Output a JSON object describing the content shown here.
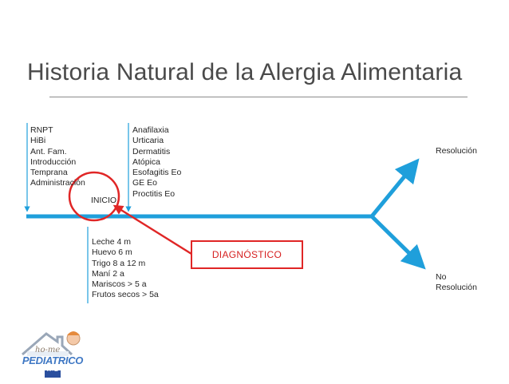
{
  "title": "Historia Natural de la Alergia Alimentaria",
  "risk_factors": [
    "RNPT",
    "HiBi",
    "Ant. Fam.",
    "Introducción",
    "Temprana",
    "Administración"
  ],
  "manifestations": [
    "Anafilaxia",
    "Urticaria",
    "Dermatitis",
    "Atópica",
    "Esofagitis Eo",
    "GE Eo",
    "Proctitis Eo"
  ],
  "inicio_label": "INICIO",
  "ages": [
    "Leche 4 m",
    "Huevo 6 m",
    "Trigo 8 a 12 m",
    "Maní 2 a",
    "Mariscos > 5 a",
    "Frutos secos > 5a"
  ],
  "diagnosis_label": "DIAGNÓSTICO",
  "outcomes": {
    "resolution": "Resolución",
    "no_resolution_line1": "No",
    "no_resolution_line2": "Resolución"
  },
  "logo": {
    "brand": "PEDIATRICO",
    "sub": "H+B",
    "script_text": "ho-me"
  },
  "colors": {
    "timeline": "#1f9fdb",
    "highlight": "#e02626",
    "title": "#4a4a4a"
  },
  "icons": [
    "timeline-arrow",
    "branch-arrow-up",
    "branch-arrow-down",
    "pointer-arrow"
  ]
}
